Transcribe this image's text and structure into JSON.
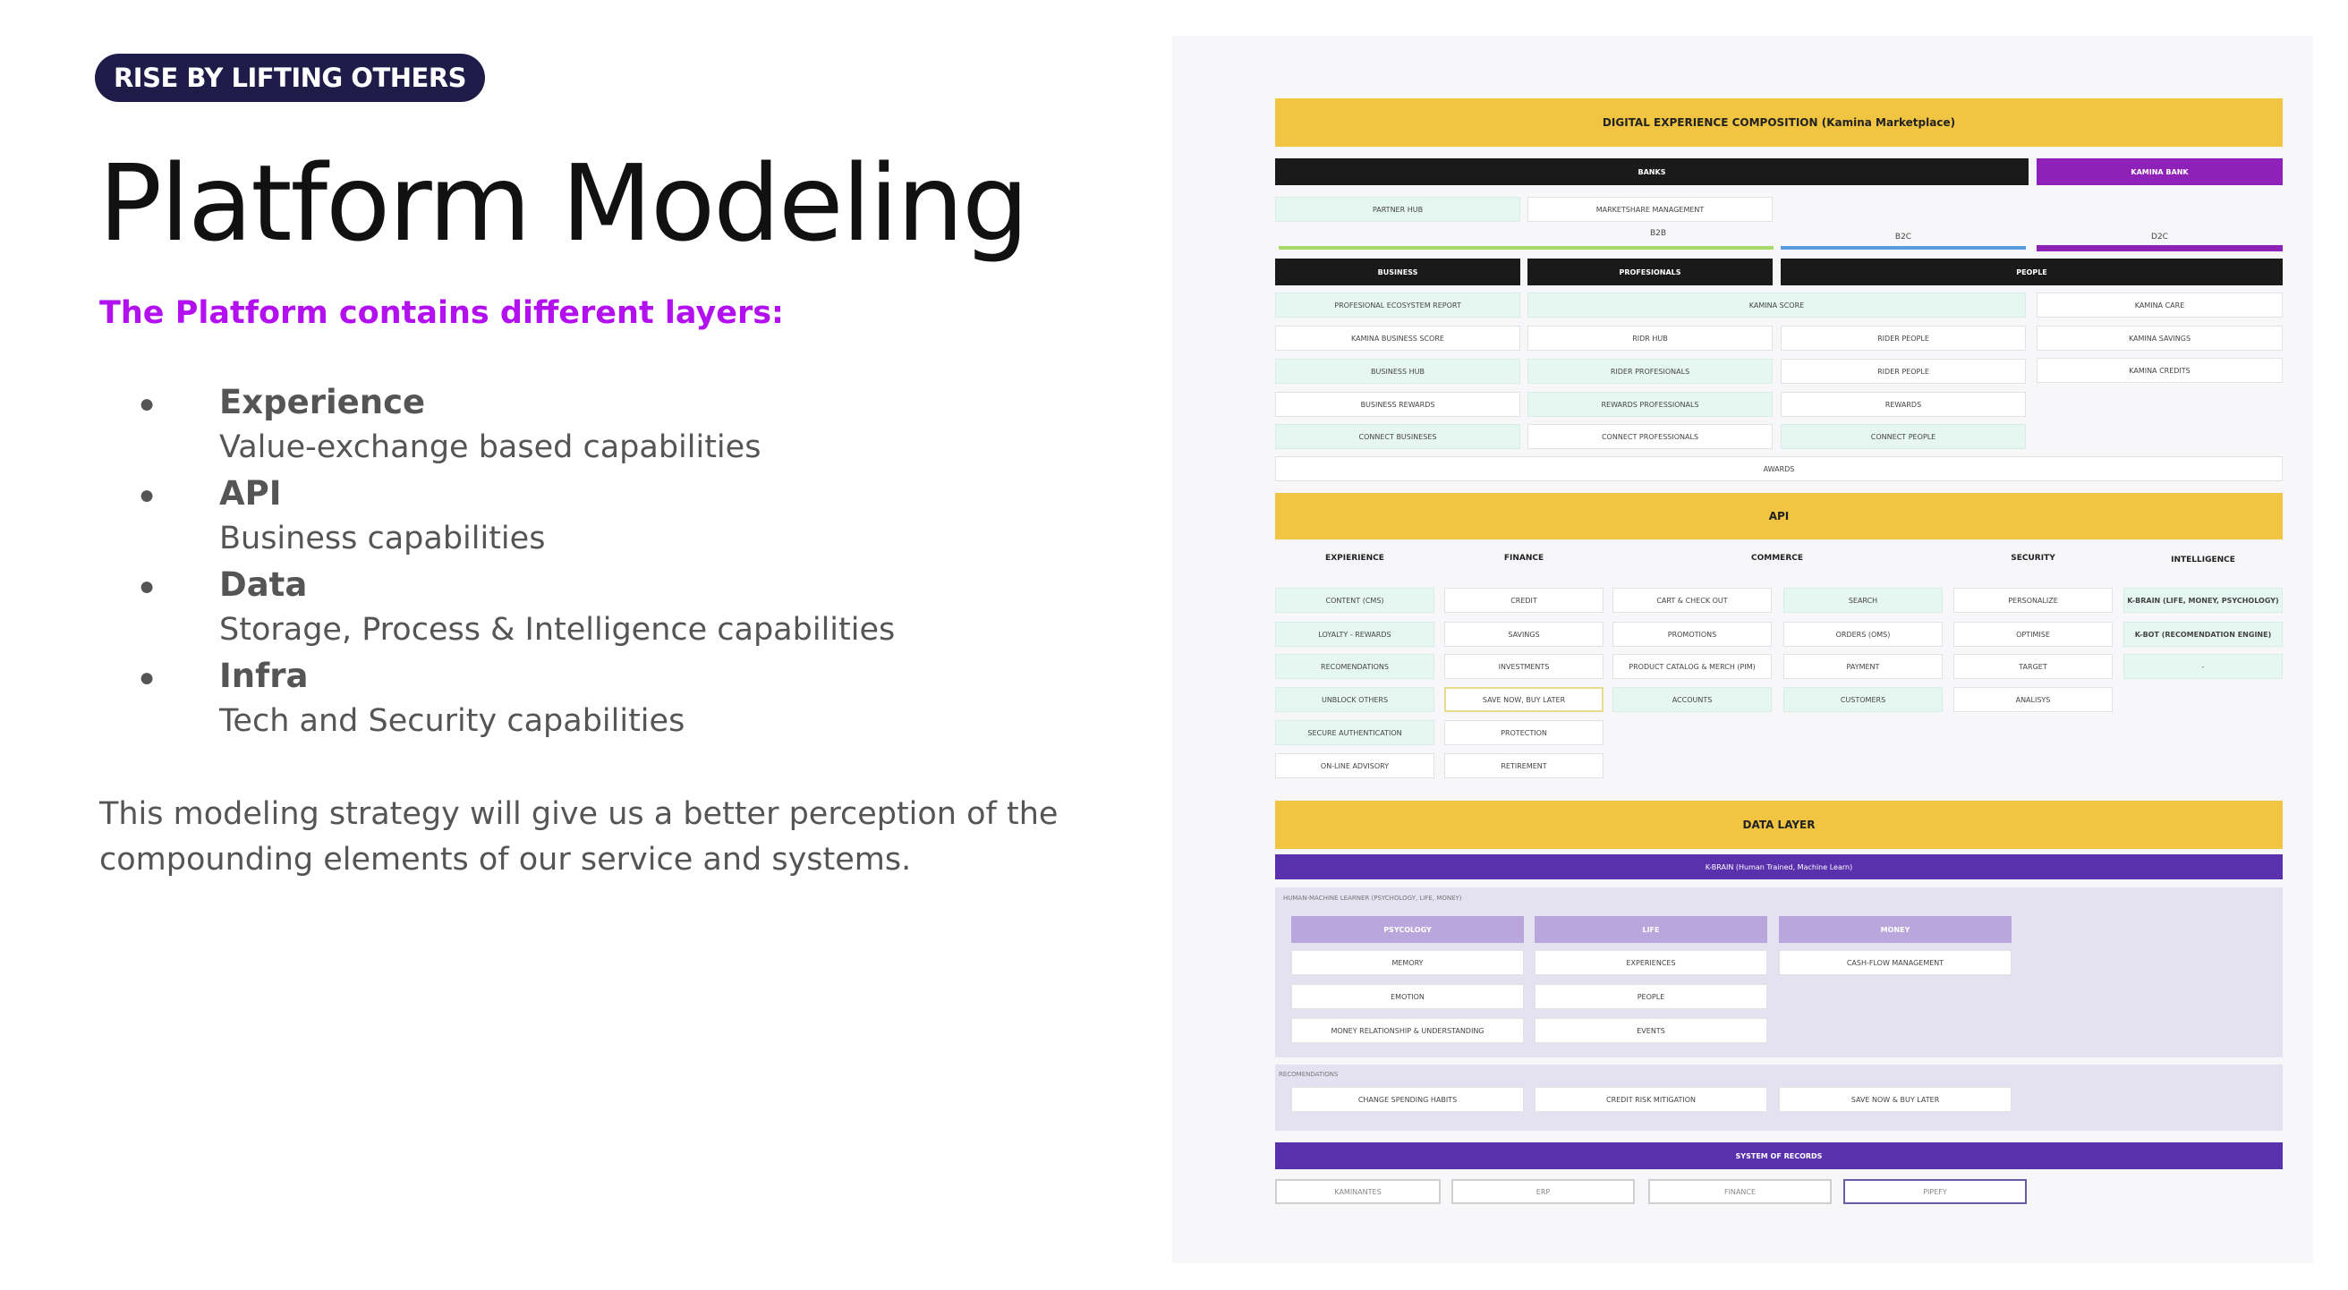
{
  "badge": "RISE BY LIFTING OTHERS",
  "title": "Platform Modeling",
  "subtitle": "The Platform contains different layers:",
  "layers": [
    {
      "name": "Experience",
      "description": "Value-exchange based capabilities"
    },
    {
      "name": "API",
      "description": "Business capabilities"
    },
    {
      "name": "Data",
      "description": "Storage, Process & Intelligence capabilities"
    },
    {
      "name": "Infra",
      "description": "Tech and Security capabilities"
    }
  ],
  "outro": "This modeling strategy will give us a better perception of the compounding elements of our service and systems.",
  "diagram": {
    "header": "DIGITAL EXPERIENCE COMPOSITION (Kamina Marketplace)",
    "banks": "BANKS",
    "kamina_bank": "KAMINA BANK",
    "partner_hub": "PARTNER HUB",
    "marketshare": "MARKETSHARE MANAGEMENT",
    "segments": {
      "b2b": "B2B",
      "b2c": "B2C",
      "d2c": "D2C"
    },
    "segment_colors": {
      "b2b": "#a6d86a",
      "b2c": "#5a9be0",
      "d2c": "#8e22b8"
    },
    "columns": {
      "business": "BUSINESS",
      "professionals": "PROFESIONALS",
      "people": "PEOPLE"
    },
    "ecosystem_report": "PROFESIONAL ECOSYSTEM REPORT",
    "kamina_score": "KAMINA SCORE",
    "business": [
      "KAMINA BUSINESS SCORE",
      "BUSINESS HUB",
      "BUSINESS REWARDS",
      "CONNECT BUSINESES"
    ],
    "professionals": [
      "RIDR HUB",
      "RIDER PROFESIONALS",
      "REWARDS PROFESSIONALS",
      "CONNECT PROFESSIONALS"
    ],
    "people": [
      "RIDER PEOPLE",
      "RIDER PEOPLE",
      "REWARDS",
      "CONNECT PEOPLE"
    ],
    "d2c": [
      "KAMINA CARE",
      "KAMINA SAVINGS",
      "KAMINA CREDITS"
    ],
    "awards": "AWARDS",
    "api": {
      "title": "API",
      "columns": [
        "EXPIERIENCE",
        "FINANCE",
        "COMMERCE",
        "SECURITY",
        "INTELLIGENCE"
      ],
      "experience": [
        "CONTENT (CMS)",
        "LOYALTY - REWARDS",
        "RECOMENDATIONS",
        "UNBLOCK OTHERS",
        "SECURE AUTHENTICATION",
        "ON-LINE ADVISORY"
      ],
      "finance": [
        "CREDIT",
        "SAVINGS",
        "INVESTMENTS",
        "SAVE NOW, BUY LATER",
        "PROTECTION",
        "RETIREMENT"
      ],
      "commerce_a": [
        "CART & CHECK OUT",
        "PROMOTIONS",
        "PRODUCT CATALOG & MERCH (PIM)",
        "ACCOUNTS"
      ],
      "commerce_b": [
        "SEARCH",
        "ORDERS (OMS)",
        "PAYMENT",
        "CUSTOMERS"
      ],
      "security": [
        "PERSONALIZE",
        "OPTIMISE",
        "TARGET",
        "ANALISYS"
      ],
      "intelligence": [
        "K-BRAIN (LIFE, MONEY, PSYCHOLOGY)",
        "K-BOT (RECOMENDATION ENGINE)",
        "-"
      ]
    },
    "data_layer": {
      "title": "DATA LAYER",
      "kbrain": "K-BRAIN (Human Trained, Machine Learn)",
      "hml_label": "HUMAN-MACHINE LEARNER (PSYCHOLOGY, LIFE, MONEY)",
      "groups": [
        {
          "name": "PSYCOLOGY",
          "items": [
            "MEMORY",
            "EMOTION",
            "MONEY RELATIONSHIP & UNDERSTANDING"
          ]
        },
        {
          "name": "LIFE",
          "items": [
            "EXPERIENCES",
            "PEOPLE",
            "EVENTS"
          ]
        },
        {
          "name": "MONEY",
          "items": [
            "CASH-FLOW MANAGEMENT"
          ]
        }
      ],
      "recommendations_label": "RECOMENDATIONS",
      "recommendations": [
        "CHANGE SPENDING HABITS",
        "CREDIT RISK MITIGATION",
        "SAVE NOW & BUY LATER"
      ],
      "system_of_records": "SYSTEM OF RECORDS",
      "records": [
        "KAMINANTES",
        "ERP",
        "FINANCE",
        "PIPEFY"
      ]
    }
  }
}
